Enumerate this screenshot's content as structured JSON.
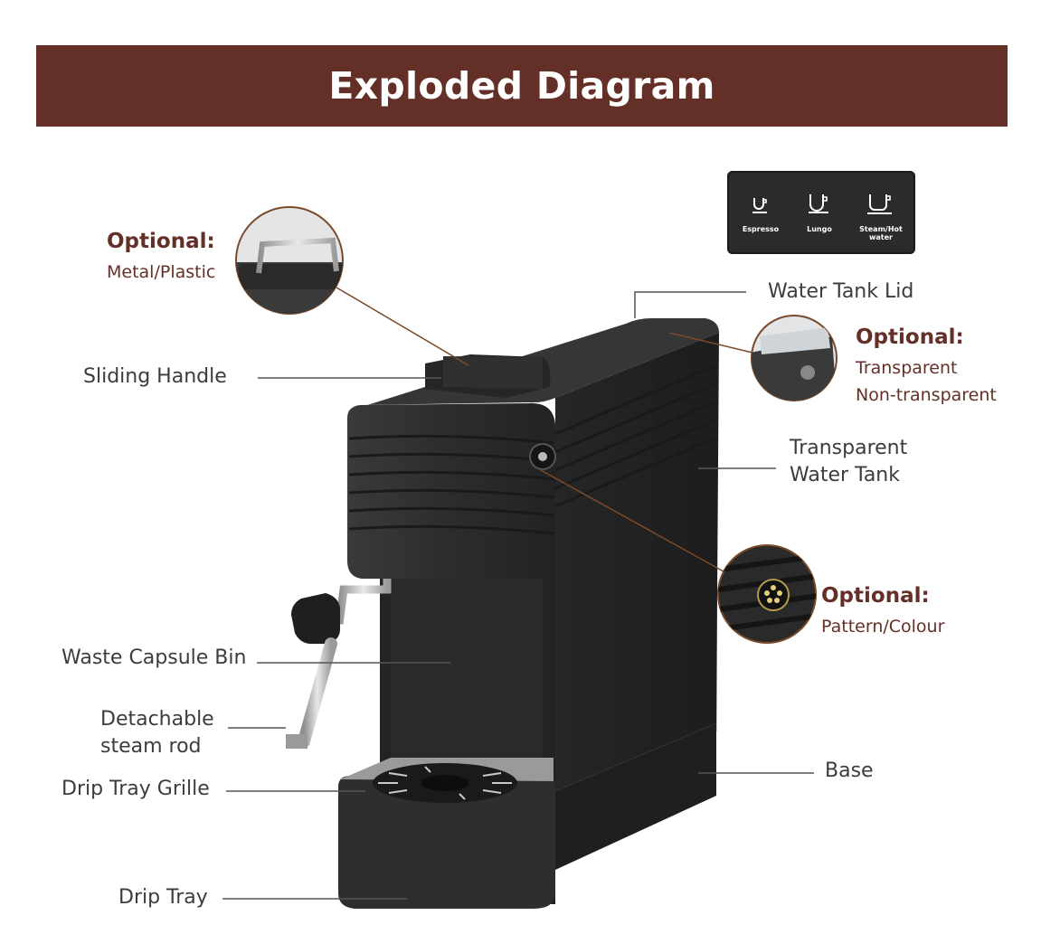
{
  "title": "Exploded Diagram",
  "panel": {
    "buttons": [
      {
        "label": "Espresso",
        "icon": "espresso-cup-icon"
      },
      {
        "label": "Lungo",
        "icon": "lungo-cup-icon"
      },
      {
        "label": "Steam/Hot water",
        "icon": "steam-cup-icon"
      }
    ]
  },
  "optional_label": "Optional:",
  "callouts": {
    "handle_material": "Metal/Plastic",
    "lid_transparent": "Transparent",
    "lid_nontransparent": "Non-transparent",
    "knob_options": "Pattern/Colour"
  },
  "parts": {
    "sliding_handle": "Sliding Handle",
    "water_tank_lid": "Water Tank Lid",
    "water_tank_line1": "Transparent",
    "water_tank_line2": "Water Tank",
    "waste_bin": "Waste Capsule Bin",
    "steam_rod_line1": "Detachable",
    "steam_rod_line2": "steam rod",
    "drip_tray_grille": "Drip Tray Grille",
    "base": "Base",
    "drip_tray": "Drip Tray"
  },
  "colors": {
    "banner": "#642f27",
    "accent_text": "#642f27",
    "machine_body": "#2d2d2d",
    "leader_line_callout": "#7a4a2a",
    "leader_line_part": "#555555"
  }
}
